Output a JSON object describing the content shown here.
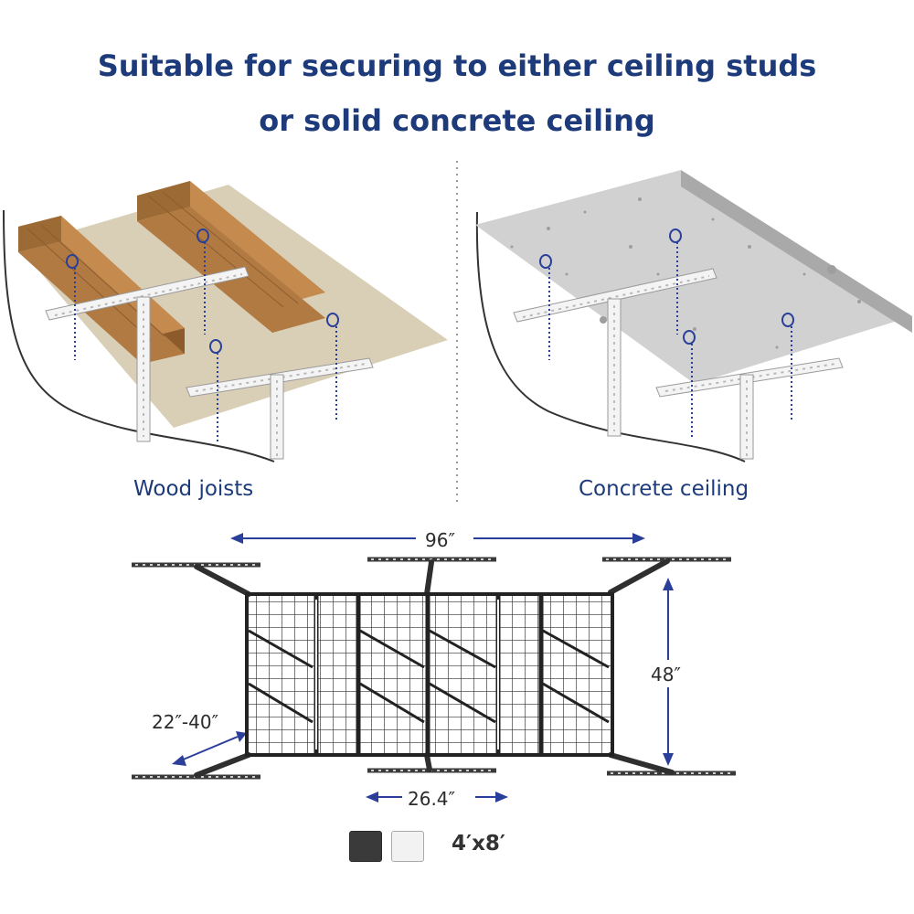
{
  "headline": {
    "line1": "Suitable for securing to either ceiling studs",
    "line2": "or solid concrete ceiling"
  },
  "panels": {
    "left_caption": "Wood joists",
    "right_caption": "Concrete ceiling"
  },
  "dimensions": {
    "width": "96″",
    "depth": "48″",
    "span": "26.4″",
    "bracket_range": "22″-40″"
  },
  "color_options": [
    {
      "name": "black",
      "color": "#3a3a3a"
    },
    {
      "name": "white",
      "color": "#f2f2f2"
    }
  ],
  "size": "4′x8′",
  "colors": {
    "headline": "#1d3a7a",
    "joist_wood": "#a8743e",
    "drywall": "#d9cfb7",
    "concrete": "#cfcfcf",
    "marker": "#2a3f9a"
  }
}
